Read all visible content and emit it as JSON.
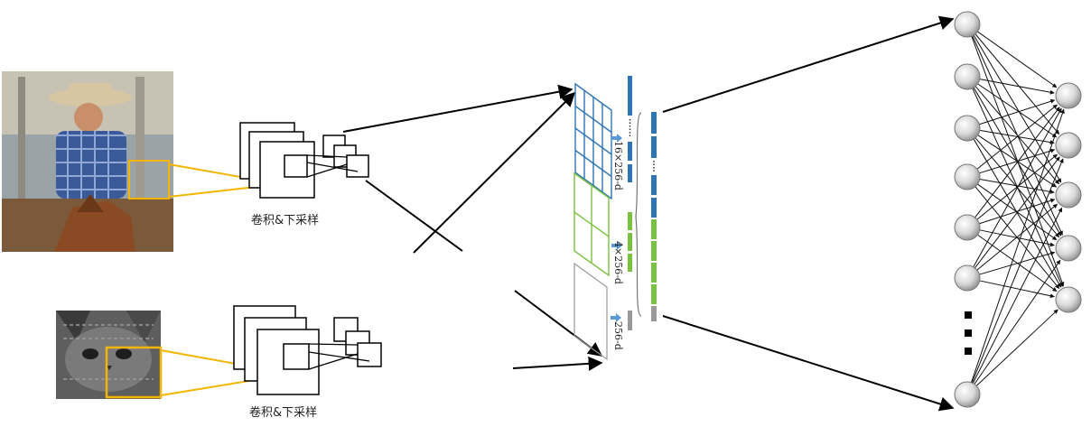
{
  "figure": {
    "top_caption": "卷积&下采样",
    "bottom_caption": "卷积&下采样",
    "dim_labels": [
      "16×256-d",
      "4×256-d",
      "256-d"
    ]
  },
  "icons": {
    "input_image_top": "photo-of-man-in-cowboy-hat-on-horse",
    "input_image_bottom": "grayscale-photo-of-cat"
  },
  "colors": {
    "crop_box": "#f2b600",
    "pool_16": "#2e75b6",
    "pool_4": "#7cc242",
    "pool_1": "#999999",
    "arrow": "#000000",
    "small_arrow": "#5b9bd5"
  }
}
